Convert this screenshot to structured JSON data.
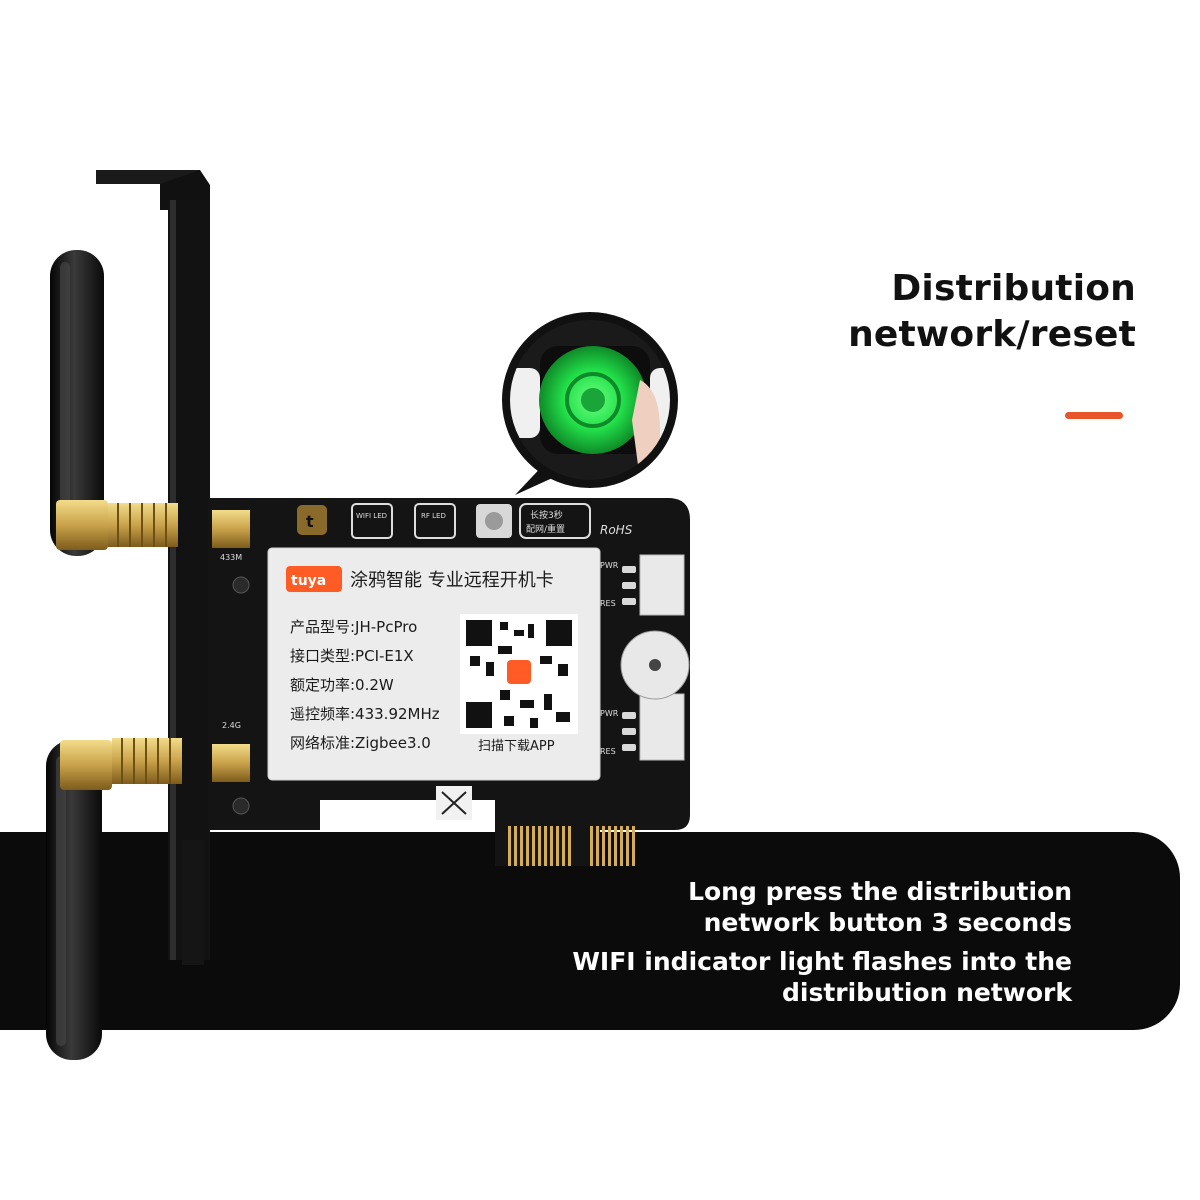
{
  "headline": {
    "line1": "Distribution",
    "line2": "network/reset"
  },
  "banner": {
    "line1": "Long press the distribution",
    "line2": "network button 3 seconds",
    "line3": "WIFI indicator light flashes into the",
    "line4": "distribution network"
  },
  "card": {
    "brand_logo": "tuya",
    "title": "涂鸦智能 专业远程开机卡",
    "specs": [
      "产品型号:JH-PcPro",
      "接口类型:PCI-E1X",
      "额定功率:0.2W",
      "遥控频率:433.92MHz",
      "网络标准:Zigbee3.0"
    ],
    "qr_caption": "扫描下载APP",
    "silkscreen": {
      "wifi_led": "WIFI LED",
      "rf_led": "RF LED",
      "button_hint_1": "长按3秒",
      "button_hint_2": "配网/重置",
      "rohs": "RoHS",
      "antenna_433": "433M",
      "antenna_24": "2.4G",
      "pwr": "PWR",
      "res": "RES"
    }
  },
  "colors": {
    "accent": "#e8552a",
    "banner": "#0b0b0b",
    "pcb": "#141414",
    "led_green": "#22e04a",
    "gold": "#c9a24a"
  },
  "icons": [
    "antenna-icon",
    "sma-connector-icon",
    "qr-code-icon",
    "tuya-logo-icon",
    "buzzer-icon",
    "finger-icon",
    "recycle-bin-icon"
  ]
}
